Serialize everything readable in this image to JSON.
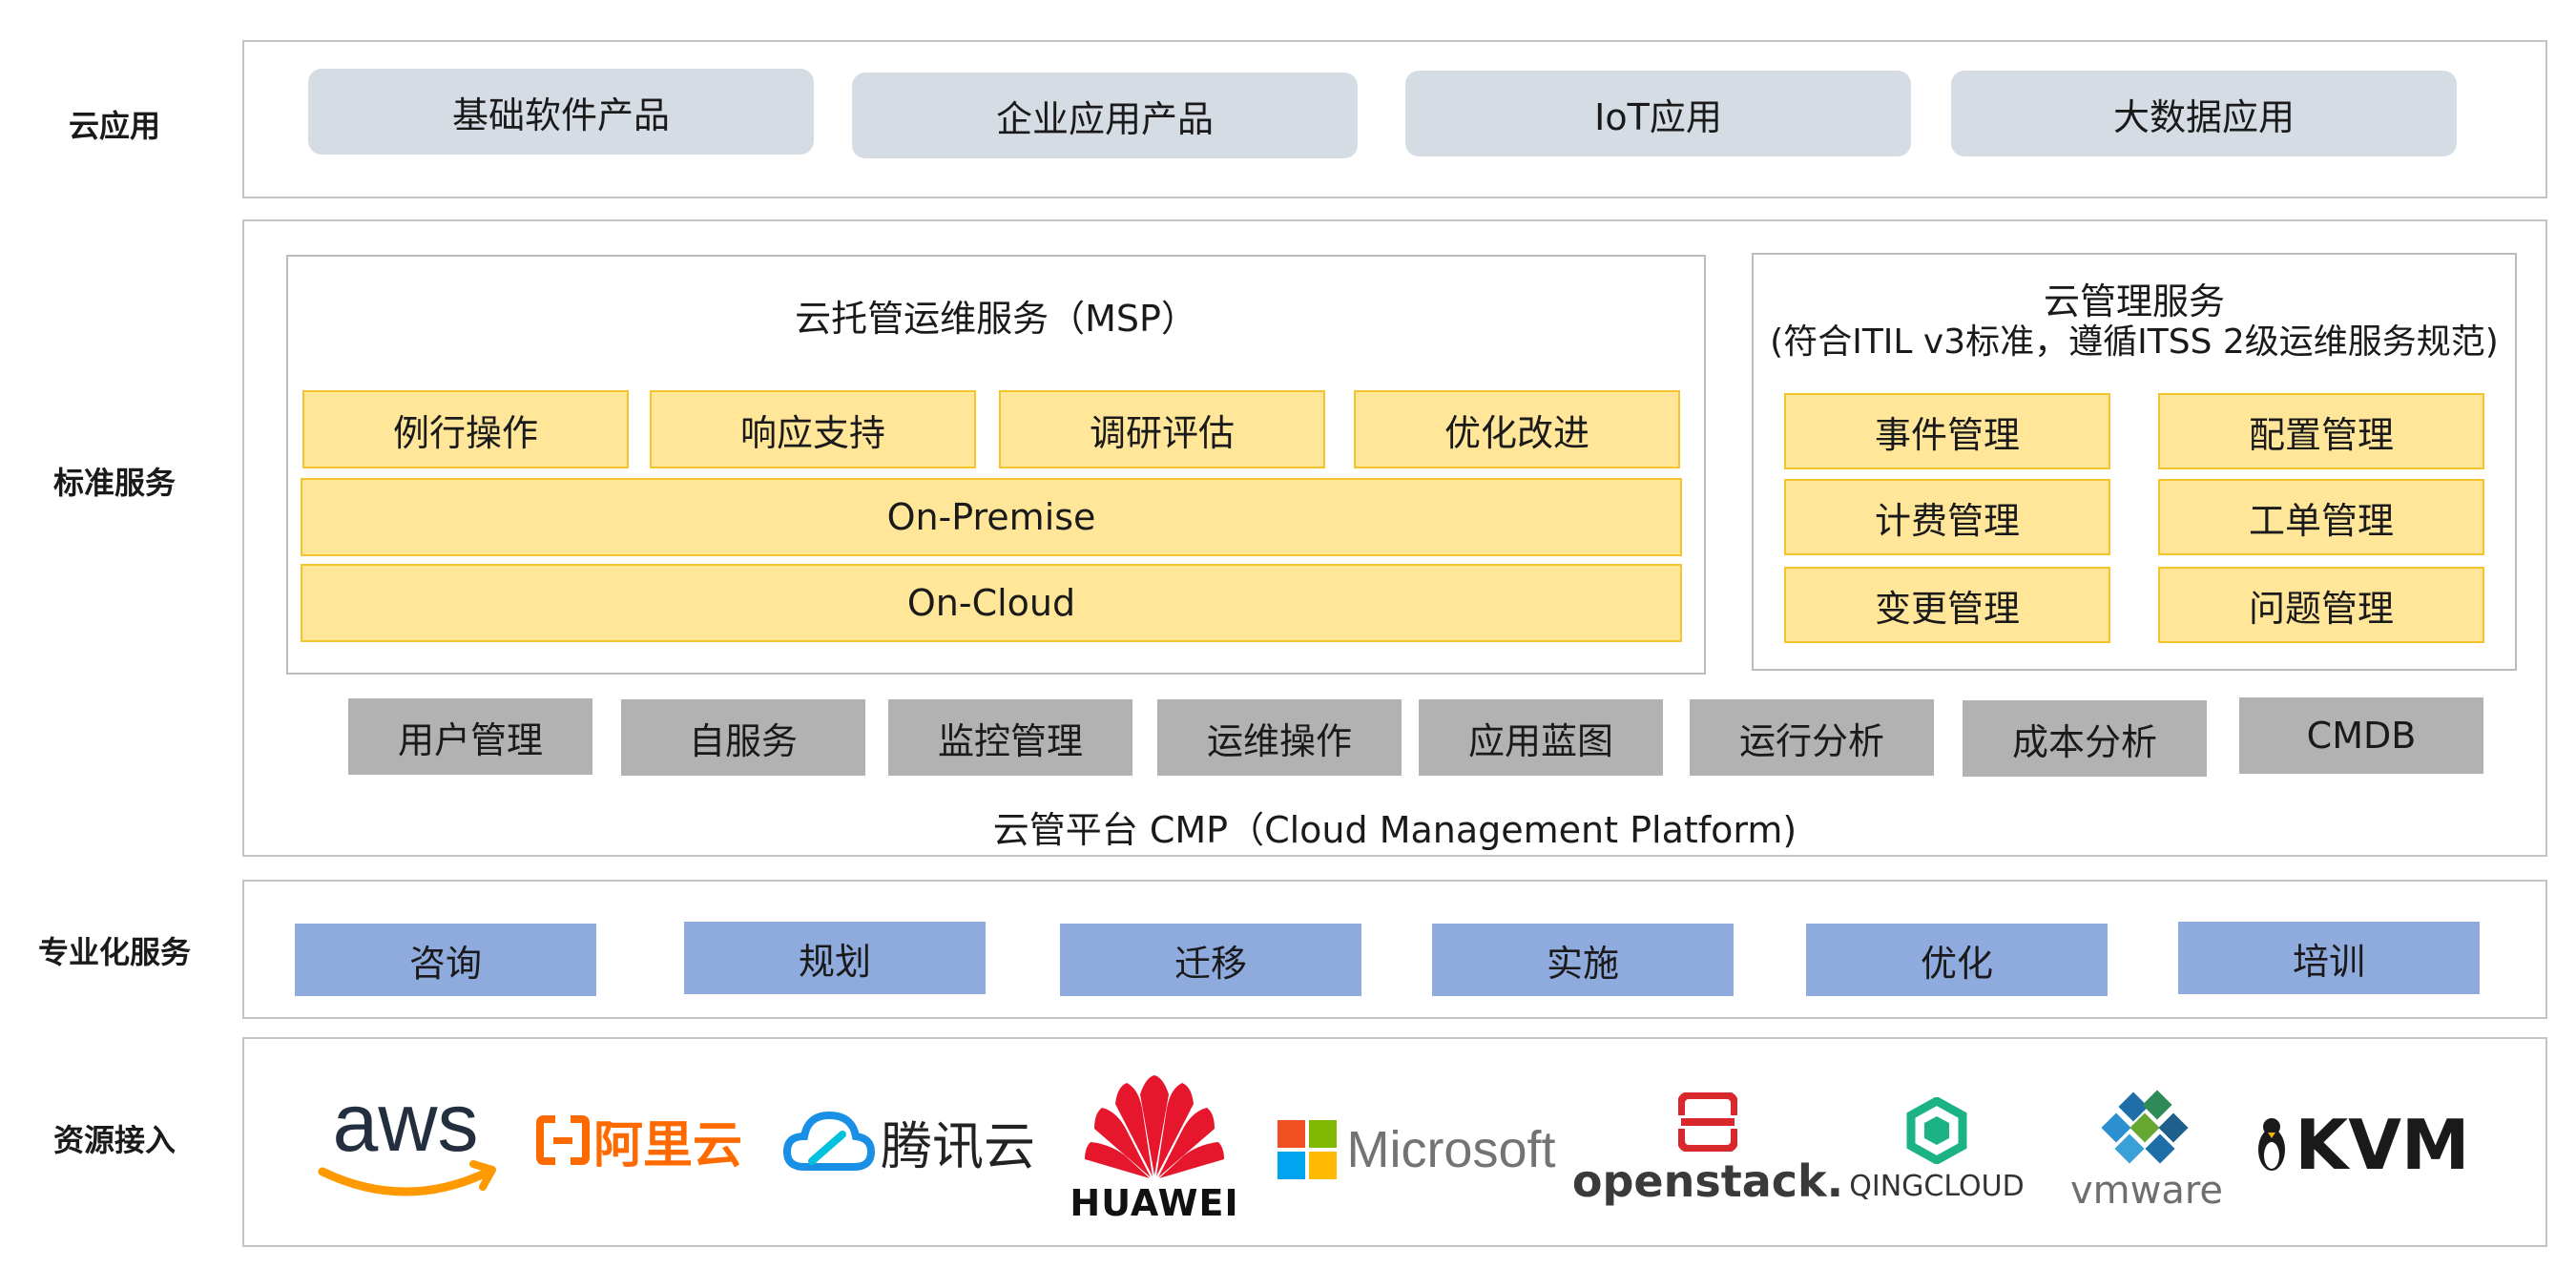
{
  "rows": {
    "cloud_apps": "云应用",
    "standard_services": "标准服务",
    "pro_services": "专业化服务",
    "resource_access": "资源接入"
  },
  "cloud_apps": [
    "基础软件产品",
    "企业应用产品",
    "IoT应用",
    "大数据应用"
  ],
  "msp": {
    "title": "云托管运维服务（MSP）",
    "items": [
      "例行操作",
      "响应支持",
      "调研评估",
      "优化改进"
    ],
    "on_premise": "On-Premise",
    "on_cloud": "On-Cloud"
  },
  "cms": {
    "title_line1": "云管理服务",
    "title_line2": "(符合ITIL v3标准，遵循ITSS 2级运维服务规范)",
    "items": [
      "事件管理",
      "配置管理",
      "计费管理",
      "工单管理",
      "变更管理",
      "问题管理"
    ]
  },
  "cmp": {
    "modules": [
      "用户管理",
      "自服务",
      "监控管理",
      "运维操作",
      "应用蓝图",
      "运行分析",
      "成本分析",
      "CMDB"
    ],
    "title": "云管平台 CMP（Cloud Management Platform)"
  },
  "pro_services": [
    "咨询",
    "规划",
    "迁移",
    "实施",
    "优化",
    "培训"
  ],
  "vendors": {
    "aws": "aws",
    "aliyun": "阿里云",
    "tencent": "腾讯云",
    "huawei": "HUAWEI",
    "microsoft": "Microsoft",
    "openstack": "openstack.",
    "qingcloud": "QINGCLOUD",
    "vmware": "vmware",
    "kvm": "KVM"
  },
  "colors": {
    "app_box": "#d6dce4",
    "yellow_fill": "#ffe699",
    "yellow_border": "#f5c42c",
    "gray_module": "#b2b2b2",
    "blue_service": "#8faadc",
    "aws_orange": "#ff9900",
    "aliyun_orange": "#ff6a00",
    "tencent_blue": "#1a8fe6",
    "huawei_red": "#e6162d",
    "ms_red": "#f25022",
    "ms_green": "#7fba00",
    "ms_blue": "#00a4ef",
    "ms_yellow": "#ffb900",
    "openstack_red": "#d9282d",
    "qingcloud_green": "#1bb385",
    "vmware_gray": "#6e6e6e"
  }
}
